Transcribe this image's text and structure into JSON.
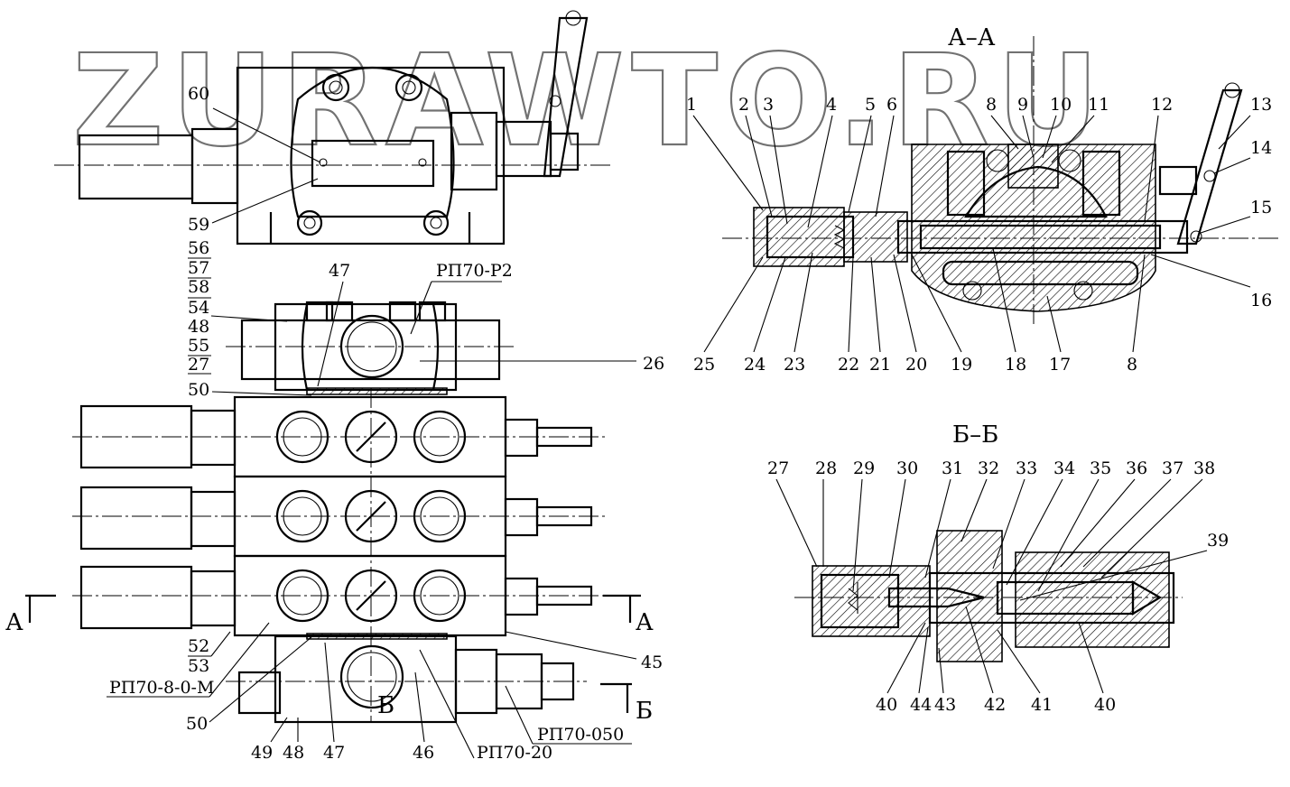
{
  "watermark": "ZURAWTO.RU",
  "section_titles": {
    "aa": "А–А",
    "bb": "Б–Б"
  },
  "section_marks": {
    "a": "А",
    "b": "Б"
  },
  "part_labels": {
    "top_view": [
      "60",
      "59"
    ],
    "middle_view": [
      "56",
      "57",
      "58",
      "54",
      "48",
      "55",
      "27",
      "47",
      "РП70-Р2",
      "26",
      "50"
    ],
    "bottom_view": [
      "52",
      "53",
      "РП70-8-0-М",
      "50",
      "49",
      "48",
      "47",
      "46",
      "РП70-20",
      "РП70-050",
      "45"
    ],
    "section_aa_top": [
      "1",
      "2",
      "3",
      "4",
      "5",
      "6",
      "8",
      "9",
      "10",
      "11",
      "12",
      "13",
      "14",
      "15",
      "16"
    ],
    "section_aa_bottom": [
      "25",
      "24",
      "23",
      "22",
      "21",
      "20",
      "19",
      "18",
      "17",
      "8"
    ],
    "section_bb_top": [
      "27",
      "28",
      "29",
      "30",
      "31",
      "32",
      "33",
      "34",
      "35",
      "36",
      "37",
      "38",
      "39"
    ],
    "section_bb_bottom": [
      "40",
      "44",
      "43",
      "42",
      "41",
      "40"
    ]
  }
}
